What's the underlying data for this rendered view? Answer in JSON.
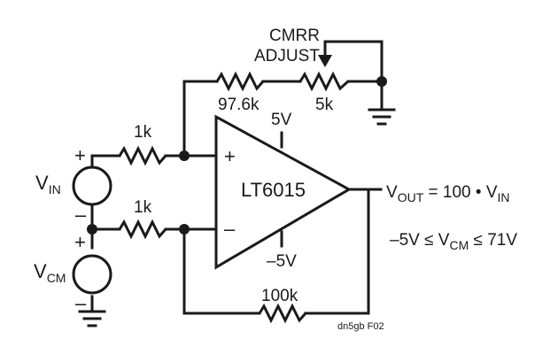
{
  "opamp": {
    "part": "LT6015",
    "supply_pos": "5V",
    "supply_neg": "–5V",
    "in_plus": "+",
    "in_minus": "–"
  },
  "resistors": {
    "r_top": "97.6k",
    "r_trim": "5k",
    "r_in_pos": "1k",
    "r_in_neg": "1k",
    "r_fb": "100k"
  },
  "trim_label": {
    "line1": "CMRR",
    "line2": "ADJUST"
  },
  "sources": {
    "vin": {
      "letter": "V",
      "sub": "IN",
      "plus": "+",
      "minus": "–"
    },
    "vcm": {
      "letter": "V",
      "sub": "CM",
      "plus": "+",
      "minus": "–"
    }
  },
  "output_eq": {
    "lhs": "V",
    "lhs_sub": "OUT",
    "mid": " = 100 • V",
    "rhs_sub": "IN"
  },
  "range_eq": {
    "pre": "–5V ≤ V",
    "sub": "CM",
    "post": " ≤ 71V"
  },
  "figure_id": "dn5gb F02"
}
